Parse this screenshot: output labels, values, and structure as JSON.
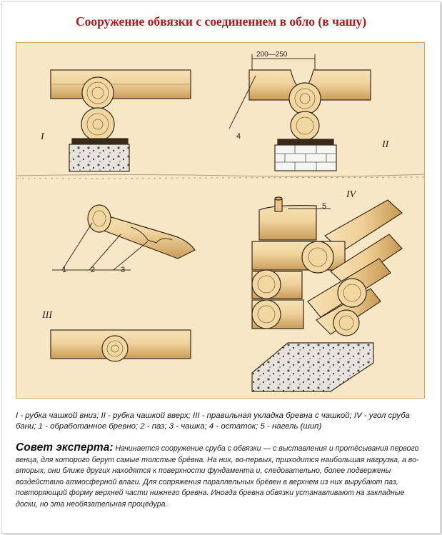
{
  "title": "Сооружение обвязки с соединением в обло (в чашу)",
  "figure": {
    "dimension_label": "200—250",
    "roman": {
      "i": "I",
      "ii": "II",
      "iii": "III",
      "iv": "IV"
    },
    "callouts": {
      "n1": "1",
      "n2": "2",
      "n3": "3",
      "n4": "4",
      "n5": "5"
    }
  },
  "caption": "I - рубка чашкой вниз; II - рубка чашкой вверх; III - правильная укладка бревна с чашкой; IV - угол сруба бани; 1 - обработанное бревно; 2 - паз; 3 - чашка; 4 - остаток; 5 - нагель (шип)",
  "advice": {
    "lead": "Совет эксперта:",
    "text": "Начинается сооружение сруба с обвязки — с выставления и протёсывания первого венца, для которого берут самые толстые брёвна. На них, во-первых, приходится наибольшая нагрузка, а во-вторых, они ближе других находятся к поверхности фундамента и, следовательно, более подвержены воздействию атмосферной влаги. Для сопряжения параллельных брёвен в верхнем из них вырубают паз, повторяющий форму верхней части нижнего бревна. Иногда бревна обвязки устанавливают на закладные доски, но эта необязательная процедура."
  },
  "colors": {
    "title": "#a61b1b",
    "paper": "#f7e7c6",
    "log_fill": "#efd29b",
    "ink": "#3a2a1a"
  }
}
